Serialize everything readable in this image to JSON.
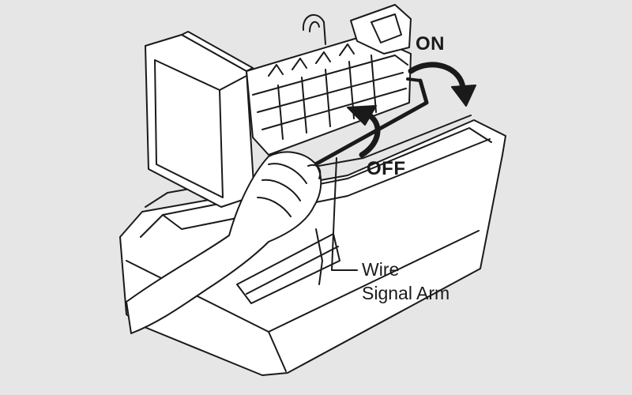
{
  "labels": {
    "on": "ON",
    "off": "OFF",
    "wire_line1": "Wire",
    "wire_line2": "Signal Arm"
  },
  "colors": {
    "background": "#e6e6e6",
    "ink": "#1a1a1a",
    "fill": "#ffffff"
  },
  "icons": {
    "on_arrow": "curved-arrow-clockwise-icon",
    "off_arrow": "curved-arrow-counterclockwise-icon"
  }
}
